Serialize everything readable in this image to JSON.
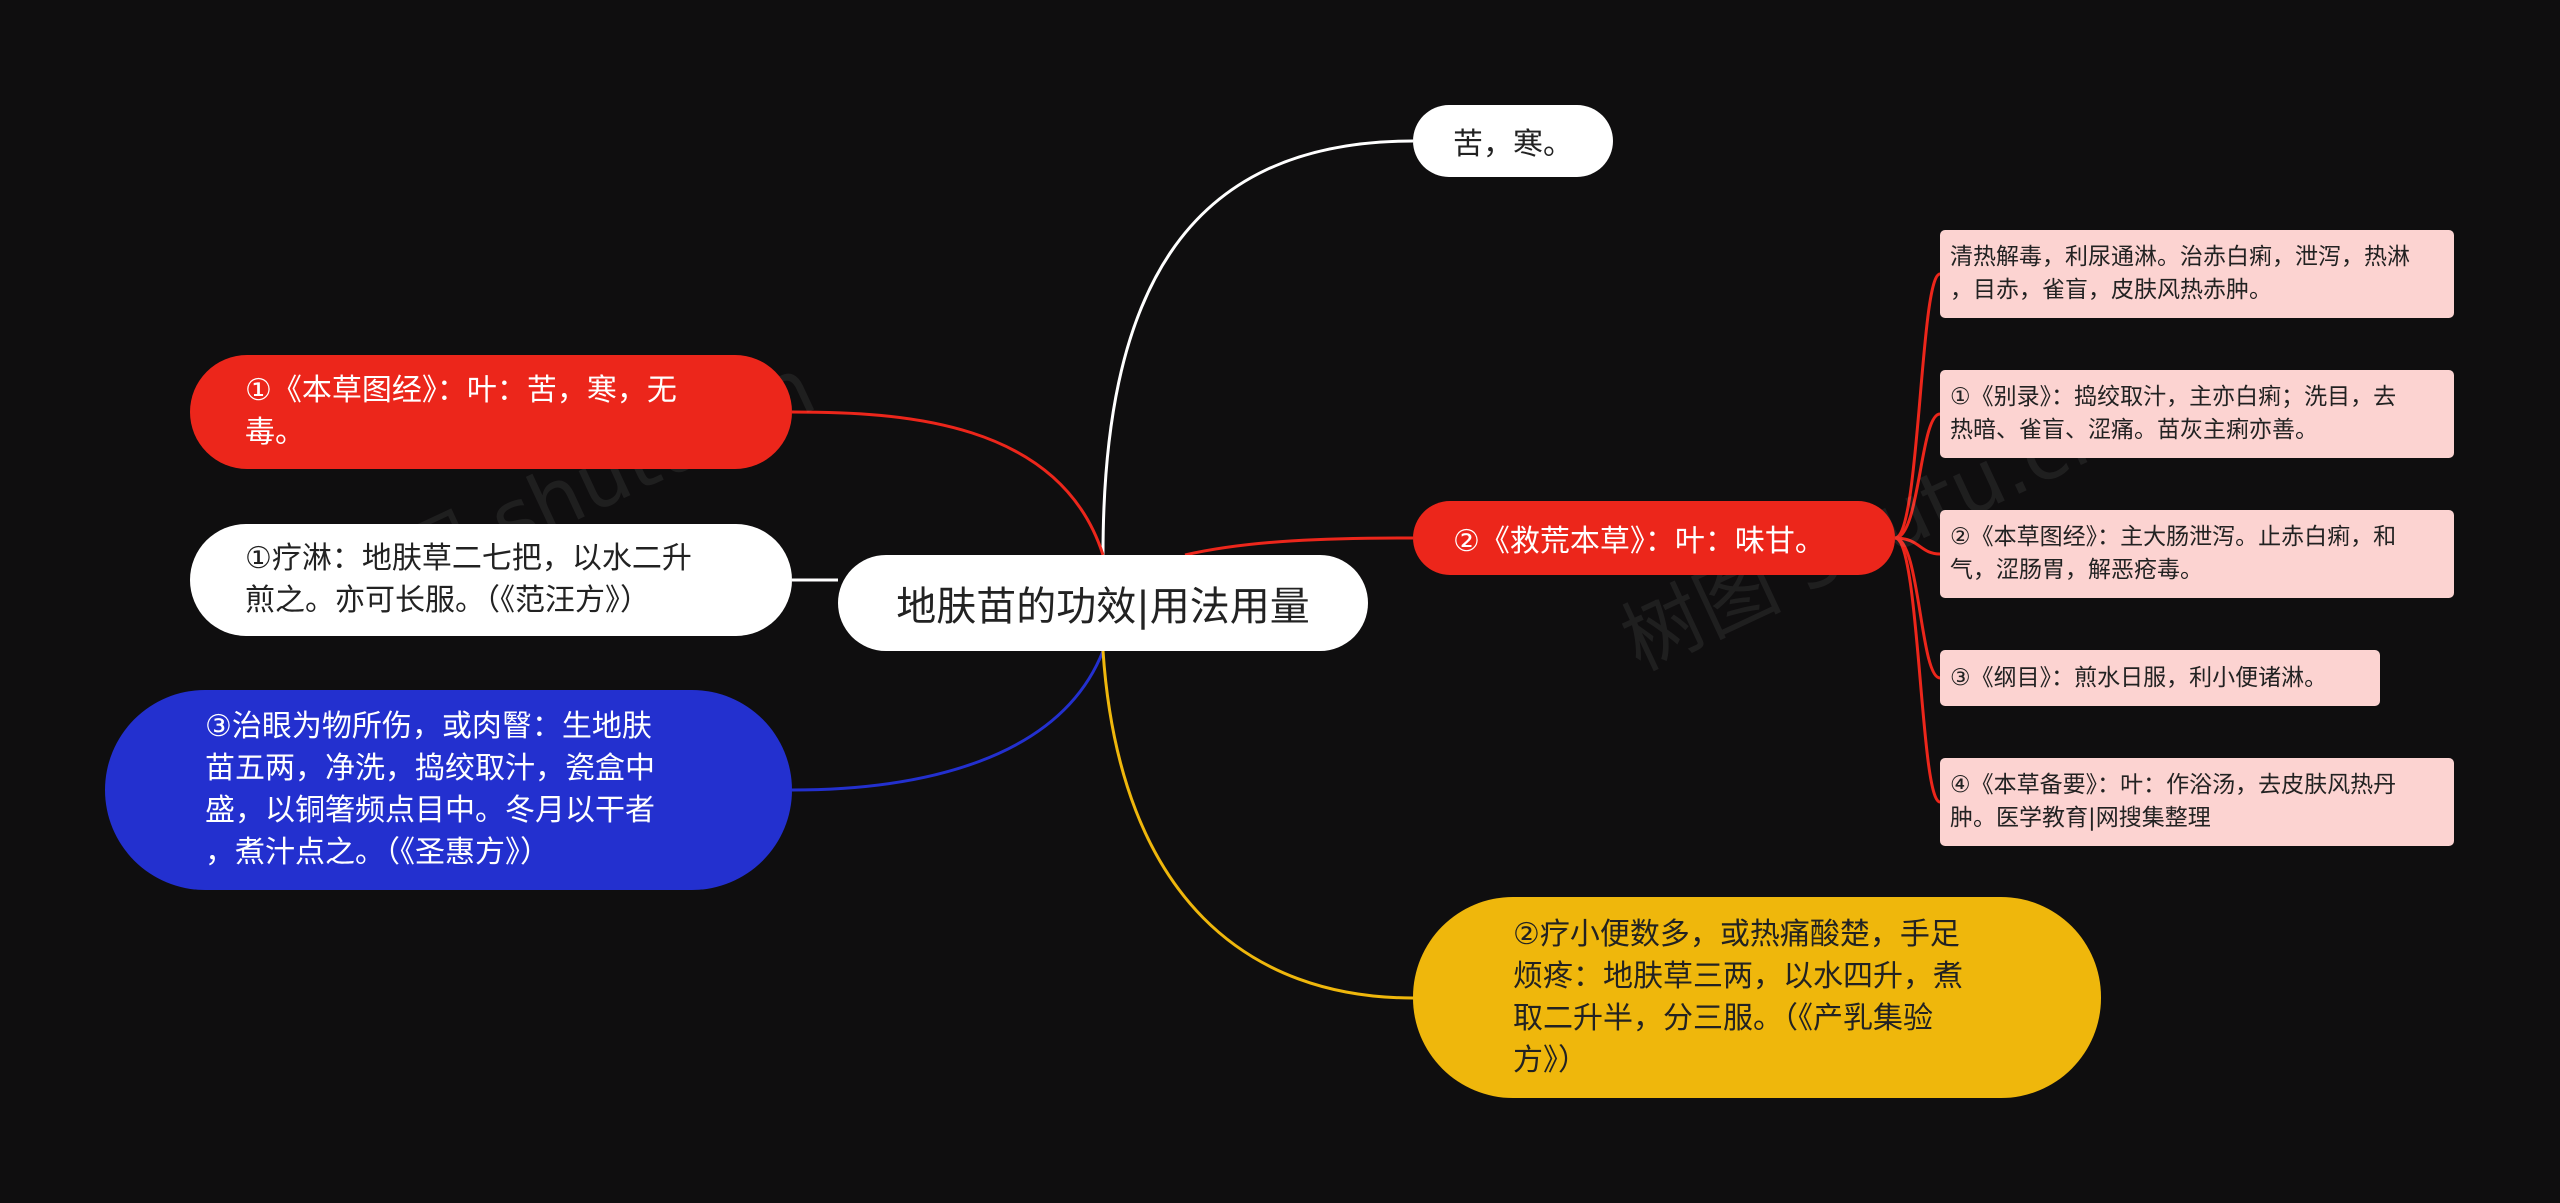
{
  "center": {
    "label": "地肤苗的功效|用法用量"
  },
  "nodes": {
    "kuhan": "苦，寒。",
    "bencao_tujing_leaf": "①《本草图经》：叶：苦，寒，无\n毒。",
    "liaolin": "①疗淋：地肤草二七把，以水二升\n煎之。亦可长服。（《范汪方》）",
    "zhiyan": "③治眼为物所伤，或肉瞖：生地肤\n苗五两，净洗，捣绞取汁，瓷盒中\n盛，以铜箸频点目中。冬月以干者\n，煮汁点之。（《圣惠方》）",
    "jiuhuang": "②《救荒本草》：叶：味甘。",
    "xiaobian": "②疗小便数多，或热痛酸楚，手足\n烦疼：地肤草三两，以水四升，煮\n取二升半，分三服。（《产乳集验\n方》）"
  },
  "leaves": [
    "清热解毒，利尿通淋。治赤白痢，泄泻，热淋\n，目赤，雀盲，皮肤风热赤肿。",
    "①《别录》：捣绞取汁，主亦白痢；洗目，去\n热暗、雀盲、涩痛。苗灰主痢亦善。",
    "②《本草图经》：主大肠泄泻。止赤白痢，和\n气，涩肠胃，解恶疮毒。",
    "③《纲目》：煎水日服，利小便诸淋。",
    "④《本草备要》：叶：作浴汤，去皮肤风热丹\n肿。医学教育|网搜集整理"
  ],
  "colors": {
    "background": "#0f0e0f",
    "red": "#ec261b",
    "blue": "#2330cf",
    "yellow": "#efb70c",
    "white": "#ffffff",
    "leaf": "#fcd3d1"
  }
}
